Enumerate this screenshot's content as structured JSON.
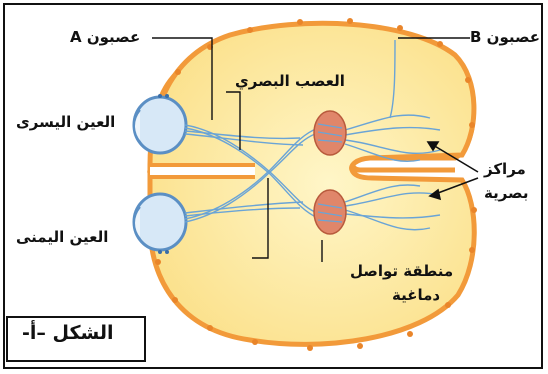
{
  "labels": {
    "neuron_a": "عصبون A",
    "neuron_b": "عصبون B",
    "left_eye": "العين اليسرى",
    "right_eye": "العين اليمنى",
    "optic_nerve": "العصب البصري",
    "visual_centers_line1": "مراكز",
    "visual_centers_line2": "بصرية",
    "synapse_line1": "منطقة تواصل",
    "synapse_line2": "دماغية",
    "figure_caption": "الشكل –أ-"
  },
  "colors": {
    "brain_fill": "#fbe9a6",
    "brain_outline": "#f29a3a",
    "eye_fill": "#d7e8f7",
    "nerve": "#6aa4d6",
    "relay_fill": "#e0866a"
  }
}
